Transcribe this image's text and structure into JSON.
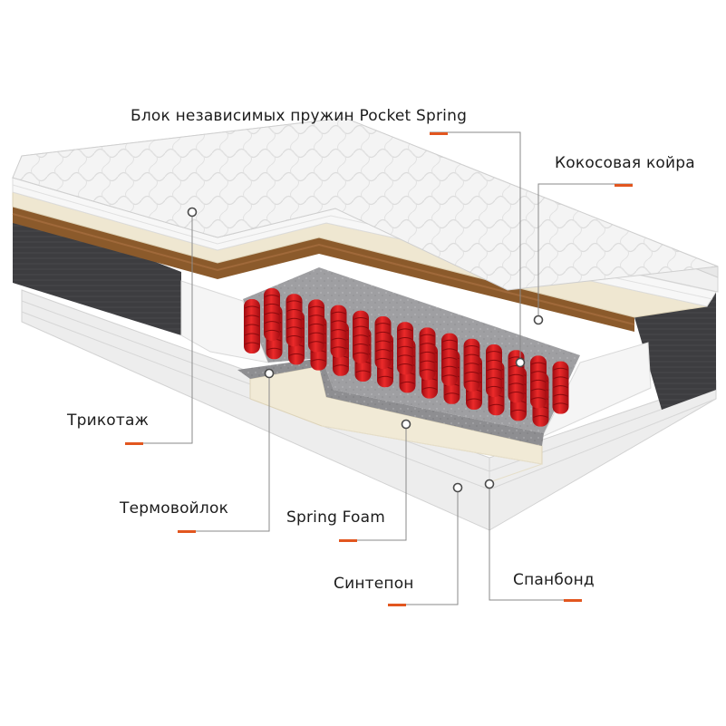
{
  "colors": {
    "accent": "#e2561f",
    "leader": "#8a8a8a",
    "spring": "#d8121b",
    "coir": "#8b5a2b",
    "fabric": "#3f3f42",
    "foam": "#f1ead6",
    "felt": "#8f8f92"
  },
  "labels": {
    "pocket_spring": "Блок независимых пружин Pocket Spring",
    "coir": "Кокосовая койра",
    "jersey": "Трикотаж",
    "felt": "Термовойлок",
    "spring_foam": "Spring Foam",
    "sintepon": "Синтепон",
    "spunbond": "Спанбонд"
  }
}
